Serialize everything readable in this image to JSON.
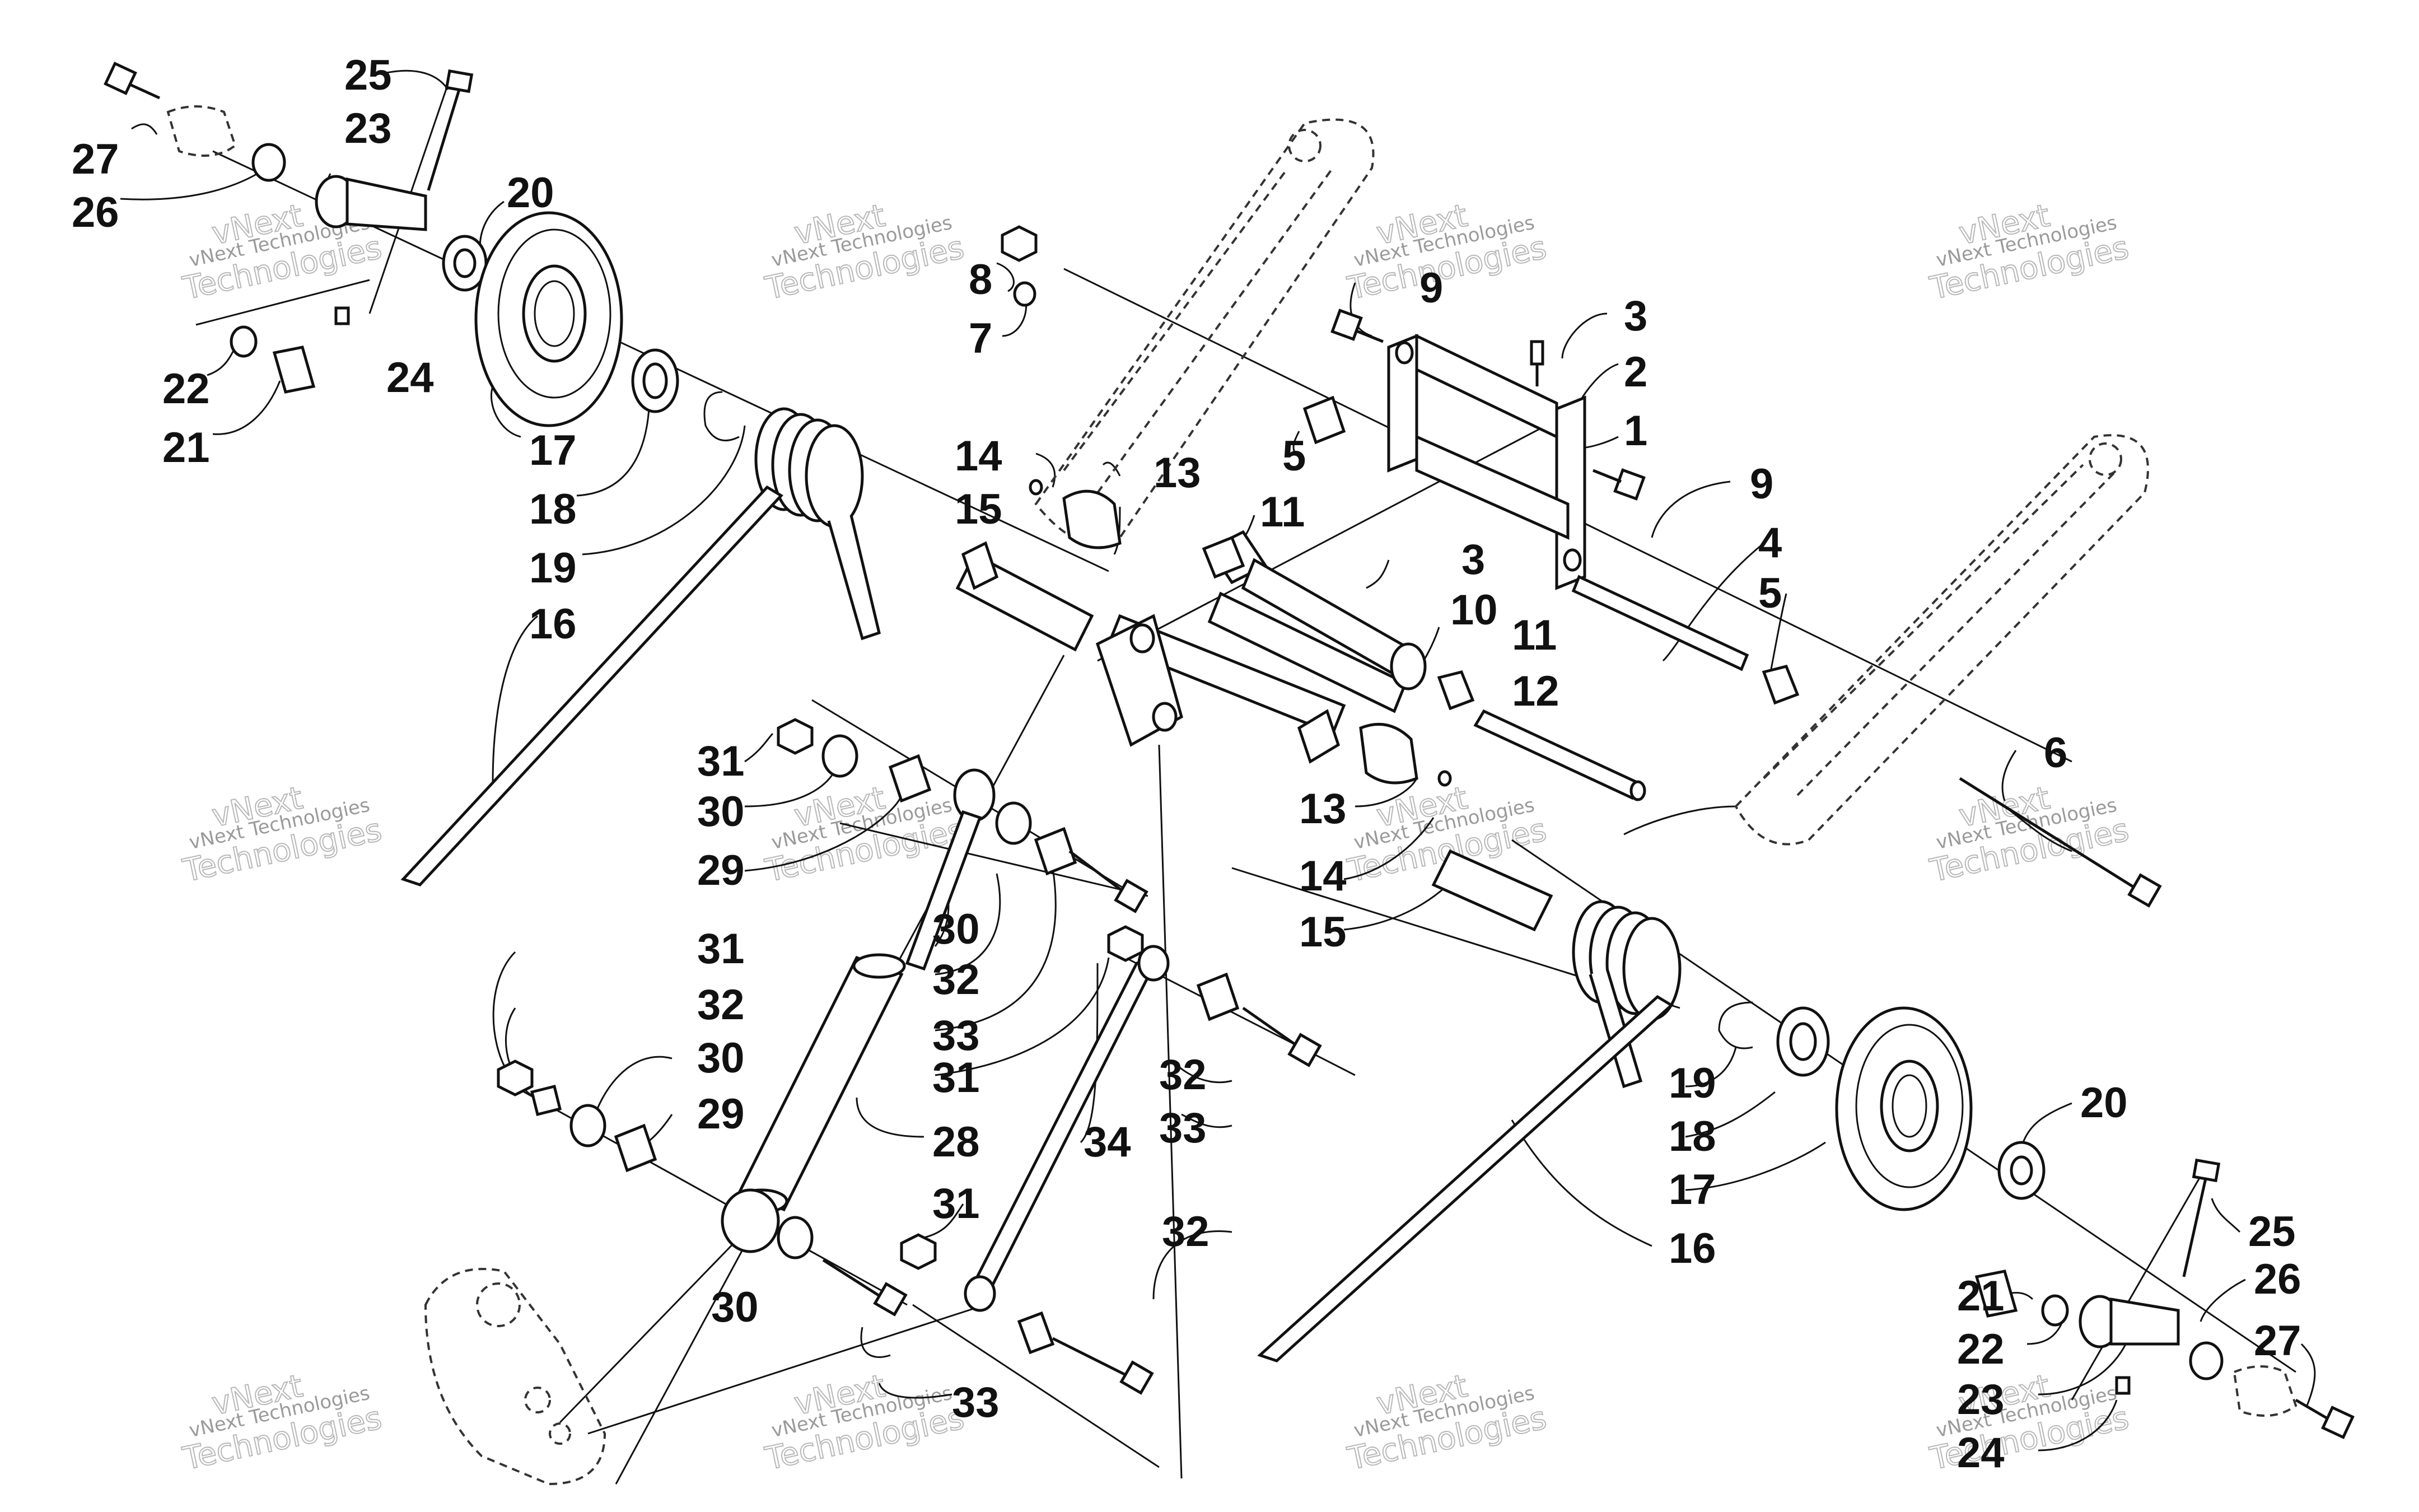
{
  "labels": [
    {
      "id": "27a",
      "text": "27"
    },
    {
      "id": "26a",
      "text": "26"
    },
    {
      "id": "25a",
      "text": "25"
    },
    {
      "id": "23a",
      "text": "23"
    },
    {
      "id": "20a",
      "text": "20"
    },
    {
      "id": "22a",
      "text": "22"
    },
    {
      "id": "24a",
      "text": "24"
    },
    {
      "id": "21a",
      "text": "21"
    },
    {
      "id": "17a",
      "text": "17"
    },
    {
      "id": "18a",
      "text": "18"
    },
    {
      "id": "19a",
      "text": "19"
    },
    {
      "id": "16a",
      "text": "16"
    },
    {
      "id": "8",
      "text": "8"
    },
    {
      "id": "7",
      "text": "7"
    },
    {
      "id": "9a",
      "text": "9"
    },
    {
      "id": "3a",
      "text": "3"
    },
    {
      "id": "2",
      "text": "2"
    },
    {
      "id": "1",
      "text": "1"
    },
    {
      "id": "9b",
      "text": "9"
    },
    {
      "id": "5a",
      "text": "5"
    },
    {
      "id": "14a",
      "text": "14"
    },
    {
      "id": "13a",
      "text": "13"
    },
    {
      "id": "15a",
      "text": "15"
    },
    {
      "id": "11a",
      "text": "11"
    },
    {
      "id": "4",
      "text": "4"
    },
    {
      "id": "3b",
      "text": "3"
    },
    {
      "id": "5b",
      "text": "5"
    },
    {
      "id": "10",
      "text": "10"
    },
    {
      "id": "11b",
      "text": "11"
    },
    {
      "id": "12",
      "text": "12"
    },
    {
      "id": "6",
      "text": "6"
    },
    {
      "id": "31a",
      "text": "31"
    },
    {
      "id": "30a",
      "text": "30"
    },
    {
      "id": "29a",
      "text": "29"
    },
    {
      "id": "13b",
      "text": "13"
    },
    {
      "id": "14b",
      "text": "14"
    },
    {
      "id": "15b",
      "text": "15"
    },
    {
      "id": "30b",
      "text": "30"
    },
    {
      "id": "32a",
      "text": "32"
    },
    {
      "id": "33a",
      "text": "33"
    },
    {
      "id": "31b",
      "text": "31"
    },
    {
      "id": "32b",
      "text": "32"
    },
    {
      "id": "30c",
      "text": "30"
    },
    {
      "id": "29b",
      "text": "29"
    },
    {
      "id": "28",
      "text": "28"
    },
    {
      "id": "32c",
      "text": "32"
    },
    {
      "id": "33b",
      "text": "33"
    },
    {
      "id": "34",
      "text": "34"
    },
    {
      "id": "31c",
      "text": "31"
    },
    {
      "id": "31d",
      "text": "31"
    },
    {
      "id": "32d",
      "text": "32"
    },
    {
      "id": "30d",
      "text": "30"
    },
    {
      "id": "33c",
      "text": "33"
    },
    {
      "id": "19b",
      "text": "19"
    },
    {
      "id": "18b",
      "text": "18"
    },
    {
      "id": "17b",
      "text": "17"
    },
    {
      "id": "20b",
      "text": "20"
    },
    {
      "id": "16b",
      "text": "16"
    },
    {
      "id": "25b",
      "text": "25"
    },
    {
      "id": "21b",
      "text": "21"
    },
    {
      "id": "26b",
      "text": "26"
    },
    {
      "id": "22b",
      "text": "22"
    },
    {
      "id": "27b",
      "text": "27"
    },
    {
      "id": "23b",
      "text": "23"
    },
    {
      "id": "24b",
      "text": "24"
    }
  ],
  "watermark": {
    "line1": "vNext Technologies",
    "line2": "vNext",
    "line3": "Technologies"
  }
}
